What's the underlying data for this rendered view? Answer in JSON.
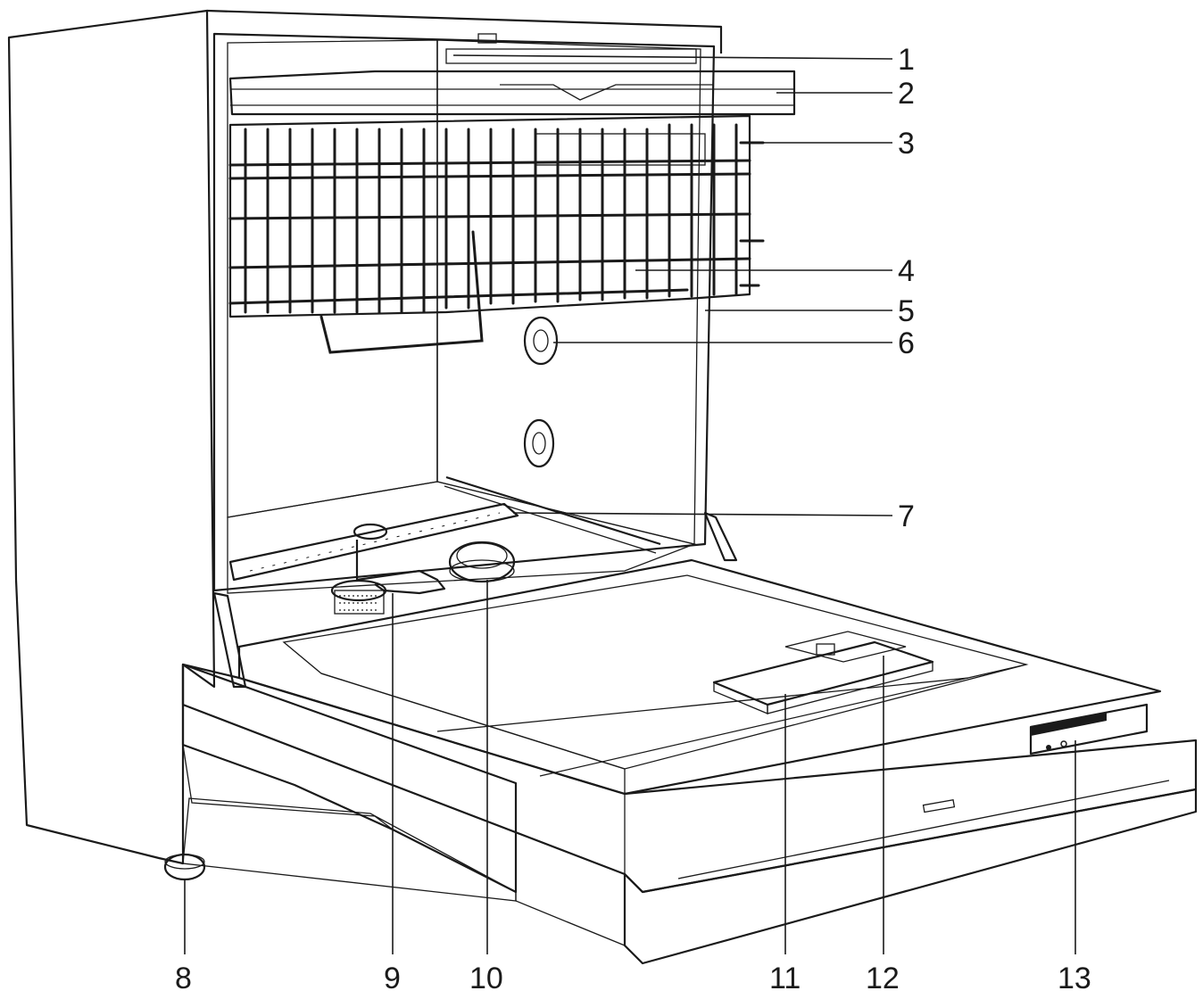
{
  "callouts": [
    {
      "id": "1",
      "label": "1"
    },
    {
      "id": "2",
      "label": "2"
    },
    {
      "id": "3",
      "label": "3"
    },
    {
      "id": "4",
      "label": "4"
    },
    {
      "id": "5",
      "label": "5"
    },
    {
      "id": "6",
      "label": "6"
    },
    {
      "id": "7",
      "label": "7"
    },
    {
      "id": "8",
      "label": "8"
    },
    {
      "id": "9",
      "label": "9"
    },
    {
      "id": "10",
      "label": "10"
    },
    {
      "id": "11",
      "label": "11"
    },
    {
      "id": "12",
      "label": "12"
    },
    {
      "id": "13",
      "label": "13"
    }
  ],
  "colors": {
    "line": "#1a1a1a",
    "cabinet_side": "#dedede",
    "interior": "#cfcfcf",
    "interior_back": "#d9d9d9",
    "door_surface": "#f4f4f4",
    "shadow": "#b8b8b8"
  },
  "illustration": "dishwasher-open-door"
}
